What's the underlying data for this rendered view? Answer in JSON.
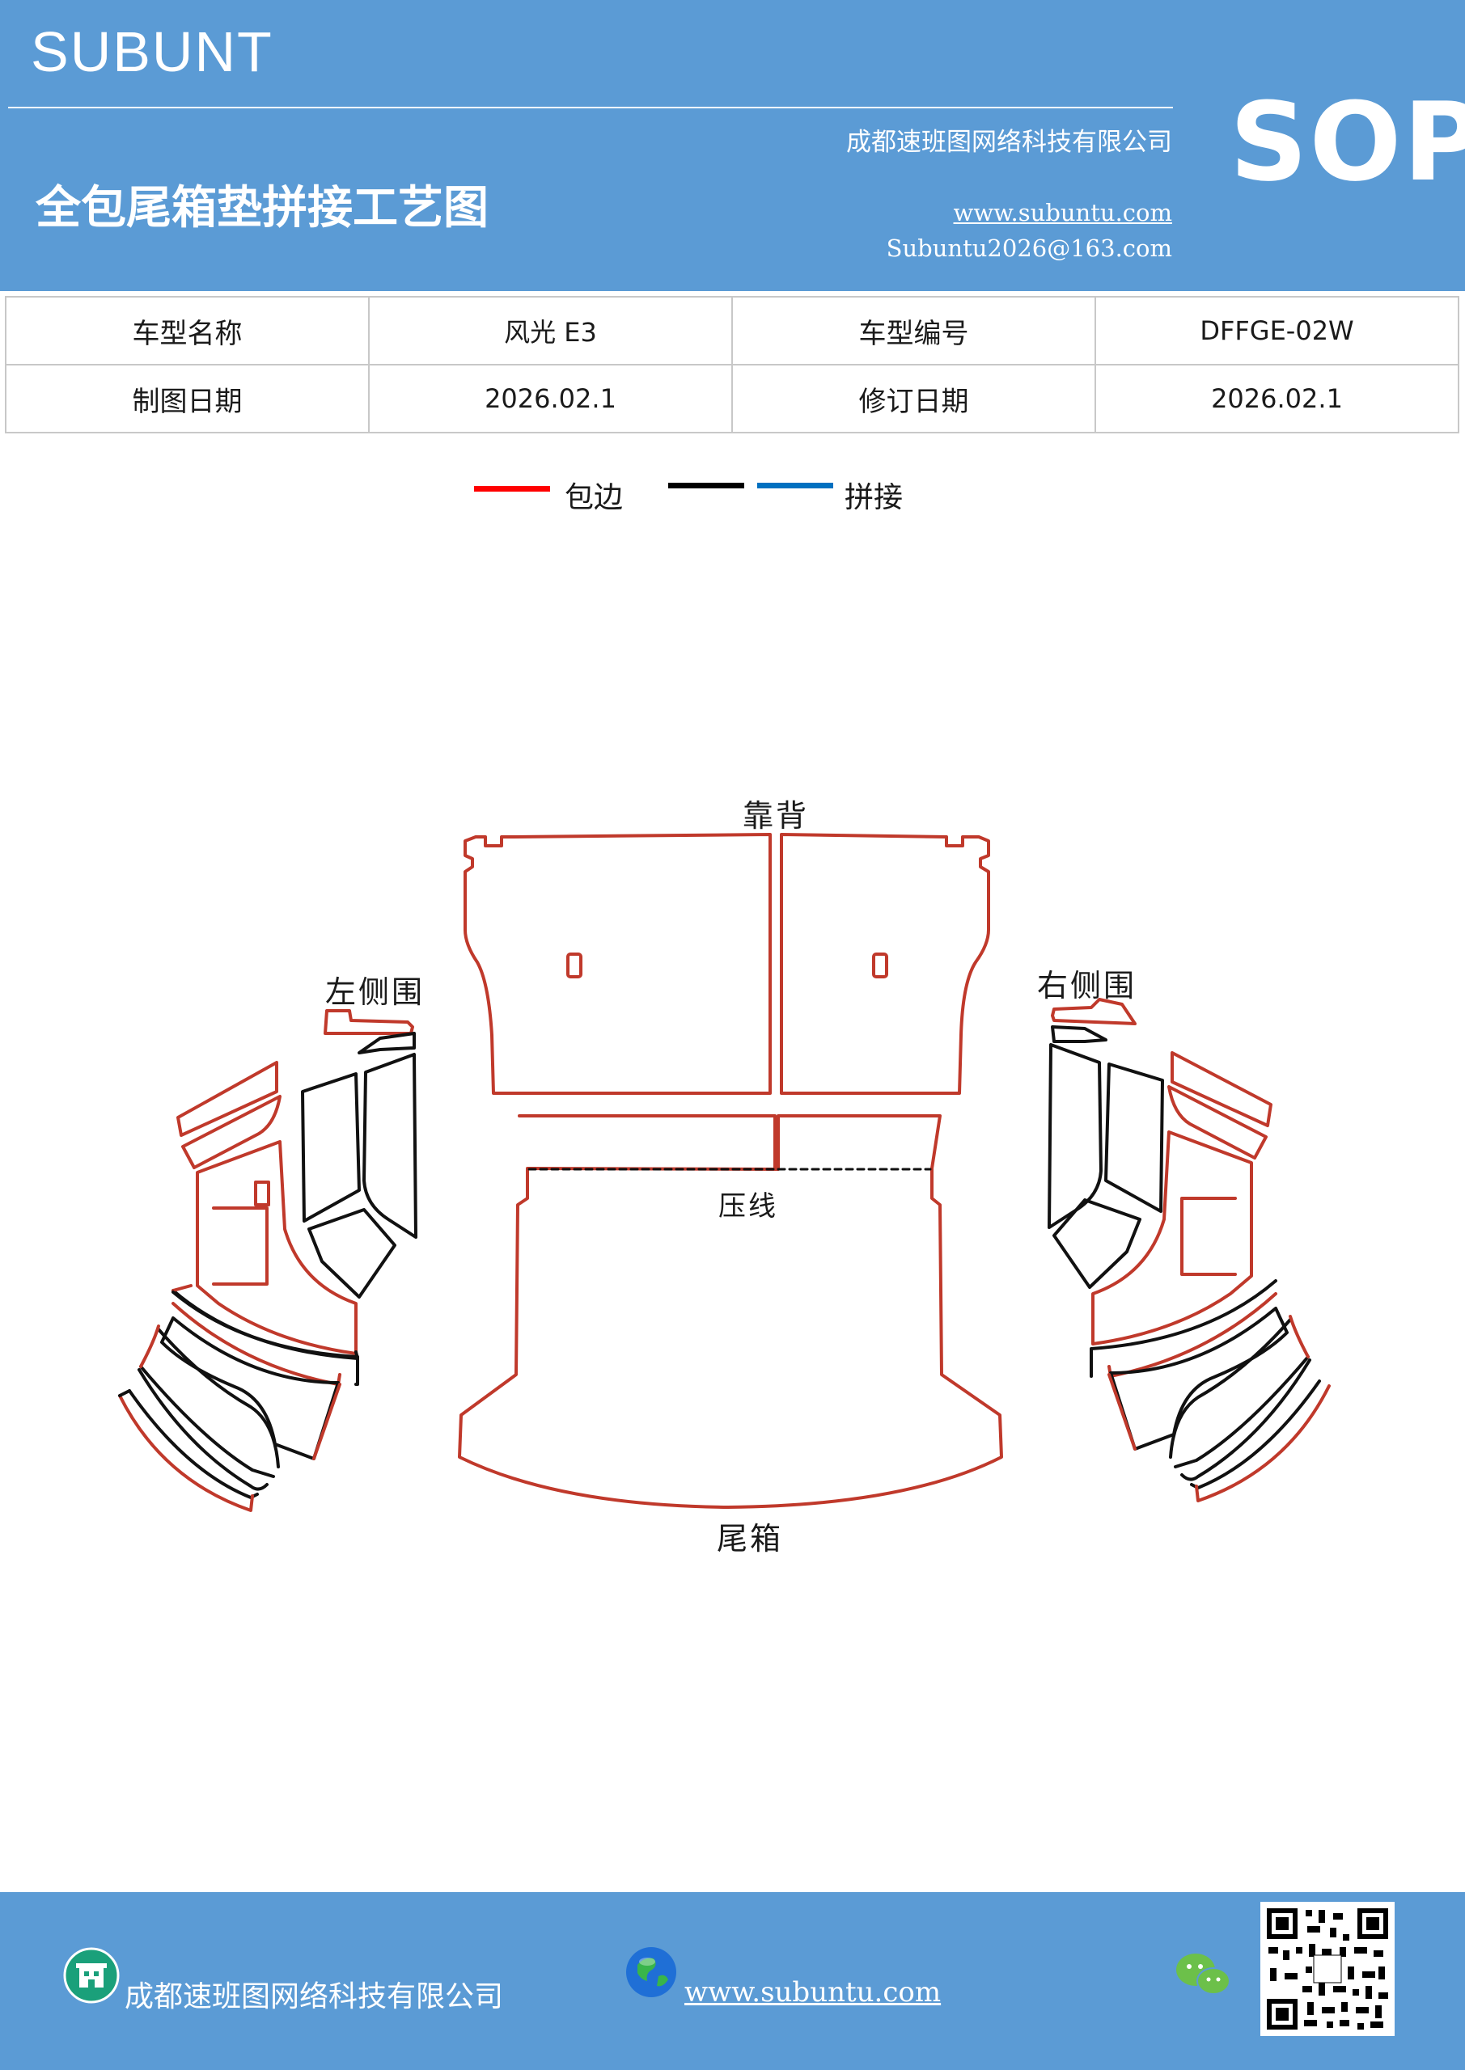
{
  "header": {
    "brand": "SUBUNT",
    "company": "成都速班图网络科技有限公司",
    "title": "全包尾箱垫拼接工艺图",
    "website": "www.subuntu.com",
    "email": "Subuntu2026@163.com",
    "badge": "SOP",
    "background_color": "#5b9bd5"
  },
  "info_table": {
    "rows": [
      {
        "label1": "车型名称",
        "value1": "风光 E3",
        "label2": "车型编号",
        "value2": "DFFGE-02W"
      },
      {
        "label1": "制图日期",
        "value1": "2026.02.1",
        "label2": "修订日期",
        "value2": "2026.02.1"
      }
    ]
  },
  "legend": {
    "items": [
      {
        "label": "包边",
        "color": "#ff0000"
      },
      {
        "label": "",
        "color": "#000000"
      },
      {
        "label": "拼接",
        "color": "#0070c0"
      }
    ]
  },
  "diagram": {
    "labels": {
      "backrest": "靠背",
      "left_side": "左侧围",
      "right_side": "右侧围",
      "press_line": "压线",
      "trunk": "尾箱"
    },
    "colors": {
      "edge": "#c0392b",
      "seam": "#111111"
    }
  },
  "footer": {
    "company": "成都速班图网络科技有限公司",
    "website": "www.subuntu.com",
    "icons": [
      "building-icon",
      "globe-icon",
      "wechat-icon",
      "qr-code"
    ]
  }
}
